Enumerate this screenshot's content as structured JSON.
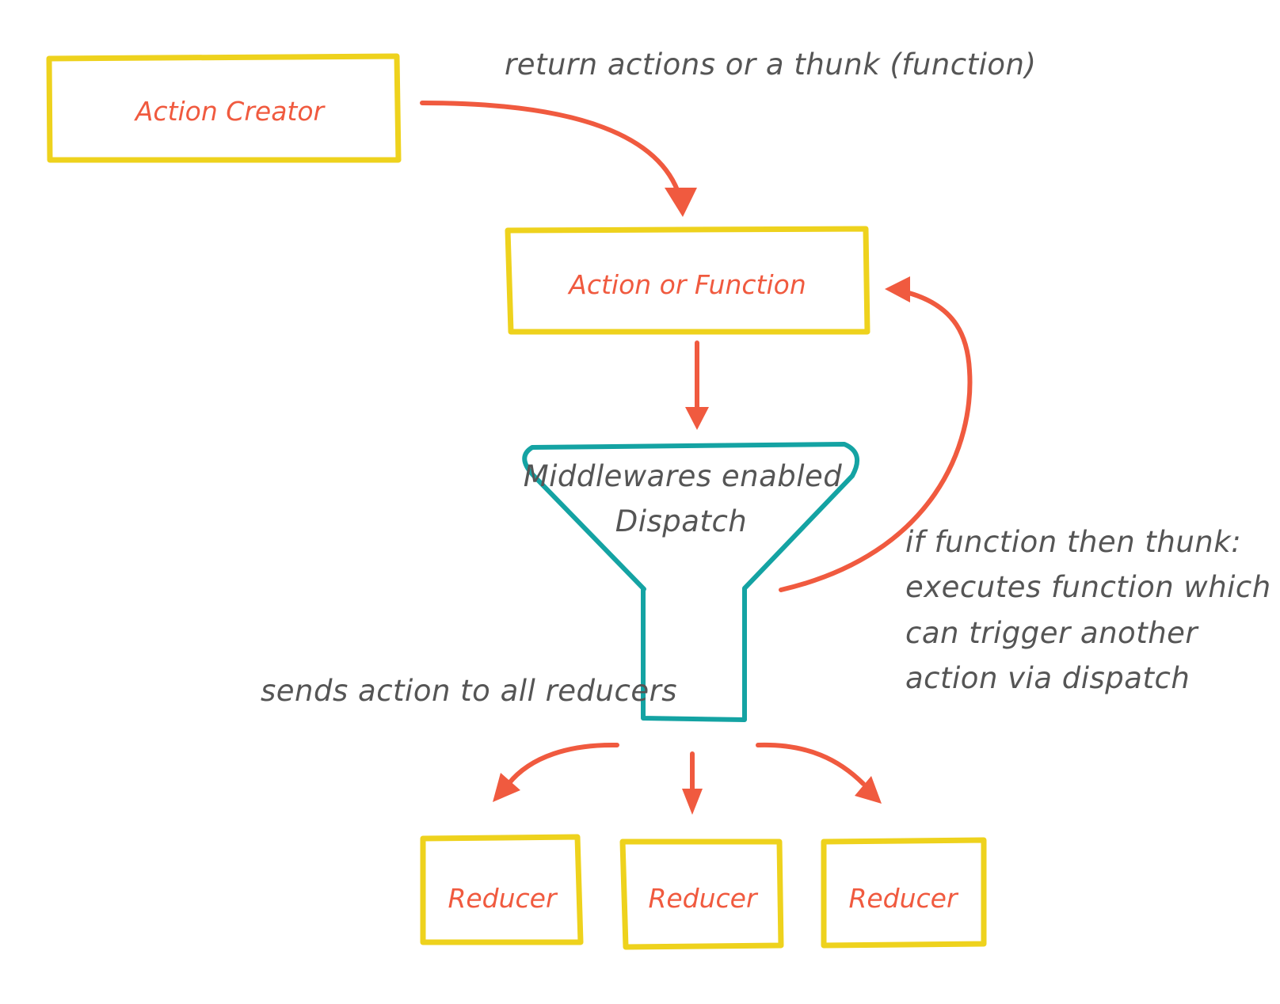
{
  "colors": {
    "box_stroke": "#eed21d",
    "funnel_stroke": "#14a3a3",
    "arrow": "#f05a3f",
    "box_label": "#f05a3f",
    "note_text": "#555555"
  },
  "nodes": {
    "action_creator": "Action Creator",
    "action_or_function": "Action or Function",
    "middleware_line1": "Middlewares enabled",
    "middleware_line2": "Dispatch",
    "reducer_1": "Reducer",
    "reducer_2": "Reducer",
    "reducer_3": "Reducer"
  },
  "annotations": {
    "return_note": "return actions or a thunk (function)",
    "sends_note": "sends action to all reducers",
    "thunk_note_line1": "if function then thunk:",
    "thunk_note_line2": "executes function which",
    "thunk_note_line3": "can trigger another",
    "thunk_note_line4": "action via dispatch"
  }
}
